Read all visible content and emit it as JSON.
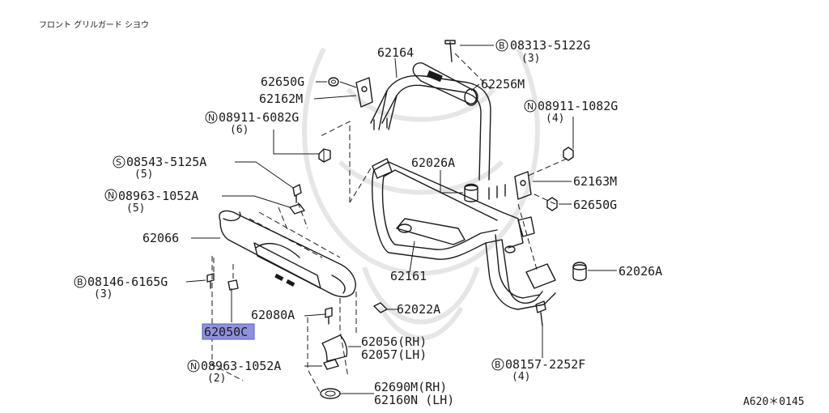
{
  "diagram": {
    "title": "フロント グリルガード シヨウ",
    "code": "A620＊0145",
    "highlight_color": "#8e91de",
    "labels": {
      "p62164": "62164",
      "p08313": "08313-5122G",
      "p08313_qty": "(3)",
      "p62650g_top": "62650G",
      "p62256m": "62256M",
      "p62162m": "62162M",
      "p08911_1082g": "08911-1082G",
      "p08911_1082g_qty": "(4)",
      "p08911_6082g": "08911-6082G",
      "p08911_6082g_qty": "(6)",
      "p08543": "08543-5125A",
      "p08543_qty": "(5)",
      "p62026a_top": "62026A",
      "p62163m": "62163M",
      "p08963_top": "08963-1052A",
      "p08963_top_qty": "(5)",
      "p62650g_right": "62650G",
      "p62066": "62066",
      "p62026a_right": "62026A",
      "p62161": "62161",
      "p08146": "08146-6165G",
      "p08146_qty": "(3)",
      "p62080a": "62080A",
      "p62022a": "62022A",
      "p62050c": "62050C",
      "p62056": "62056(RH)",
      "p62057": "62057(LH)",
      "p08157": "08157-2252F",
      "p08157_qty": "(4)",
      "p08963_bottom": "08963-1052A",
      "p08963_bottom_qty": "(2)",
      "p62690m": "62690M(RH)",
      "p62160n": "62160N (LH)"
    },
    "prefixes": {
      "B": "B",
      "N": "N",
      "S": "S"
    }
  }
}
